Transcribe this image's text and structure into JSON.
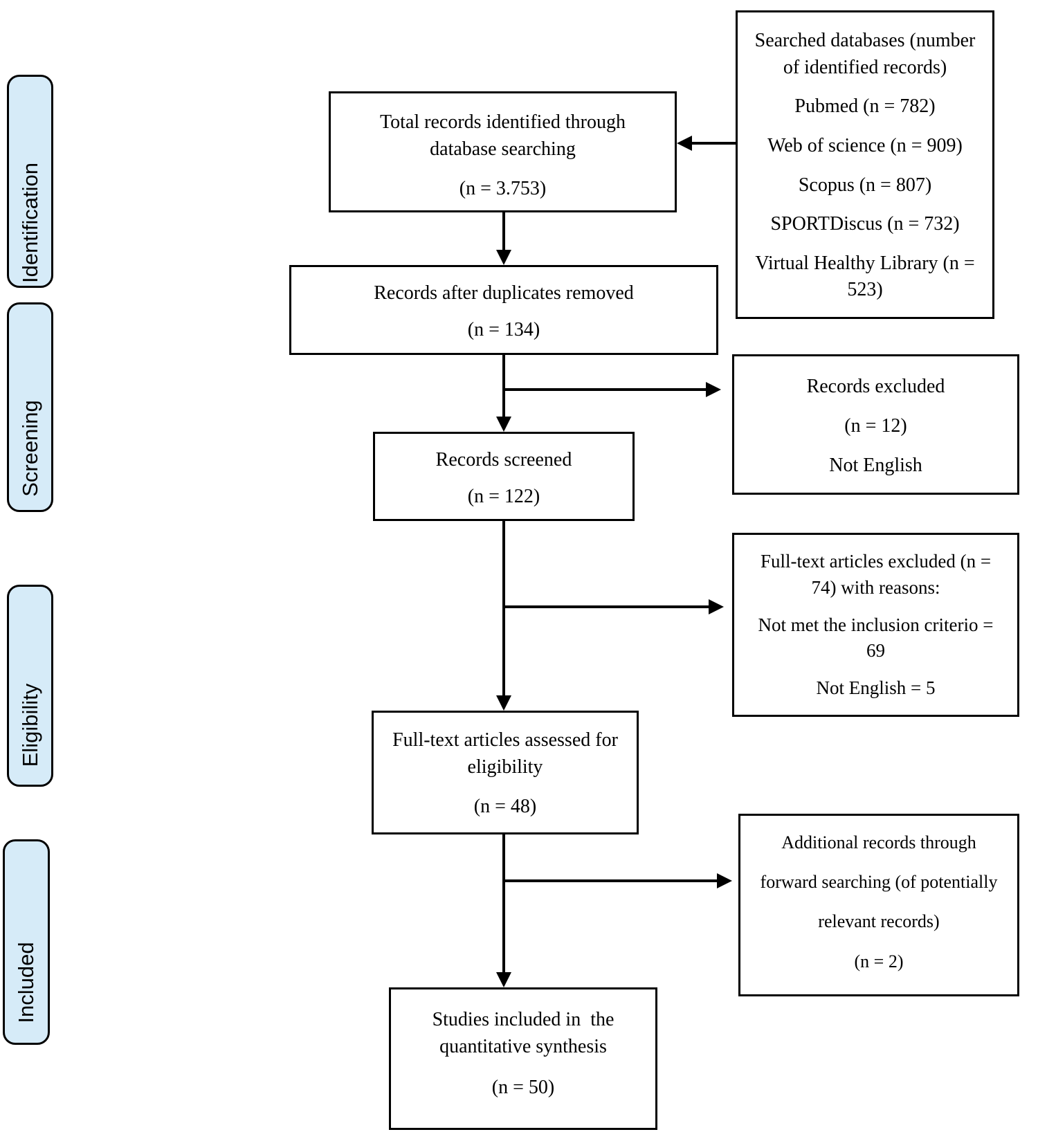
{
  "stages": {
    "identification": "Identification",
    "screening": "Screening",
    "eligibility": "Eligibility",
    "included": "Included"
  },
  "boxes": {
    "total": {
      "p1": "Total records identified through\ndatabase searching",
      "p2": "(n = 3.753)"
    },
    "duplicates": {
      "p1": "Records after duplicates removed",
      "p2": "(n = 134)"
    },
    "screened": {
      "p1": "Records screened",
      "p2": "(n = 122)"
    },
    "assessed": {
      "p1": "Full-text articles assessed for\neligibility",
      "p2": "(n = 48)"
    },
    "studies": {
      "p1": "Studies included in  the\nquantitative synthesis",
      "p2": "(n = 50)"
    },
    "databases": {
      "p1": "Searched databases (number\nof identified records)",
      "p2": "Pubmed (n = 782)",
      "p3": "Web of science (n = 909)",
      "p4": "Scopus (n = 807)",
      "p5": "SPORTDiscus (n = 732)",
      "p6": "Virtual Healthy Library (n =\n523)"
    },
    "excluded": {
      "p1": "Records excluded",
      "p2": "(n = 12)",
      "p3": "Not English"
    },
    "fulltext_excluded": {
      "p1": "Full-text articles excluded (n =\n74) with reasons:",
      "p2": "Not met the inclusion criterio =\n69",
      "p3": "Not English = 5"
    },
    "additional": {
      "p1": "Additional records through\nforward searching (of potentially\nrelevant records)\n(n = 2)"
    }
  },
  "colors": {
    "background": "#ffffff",
    "stage_fill": "#d6ebf8",
    "stage_border": "#000000",
    "box_border": "#000000",
    "arrow": "#000000"
  }
}
